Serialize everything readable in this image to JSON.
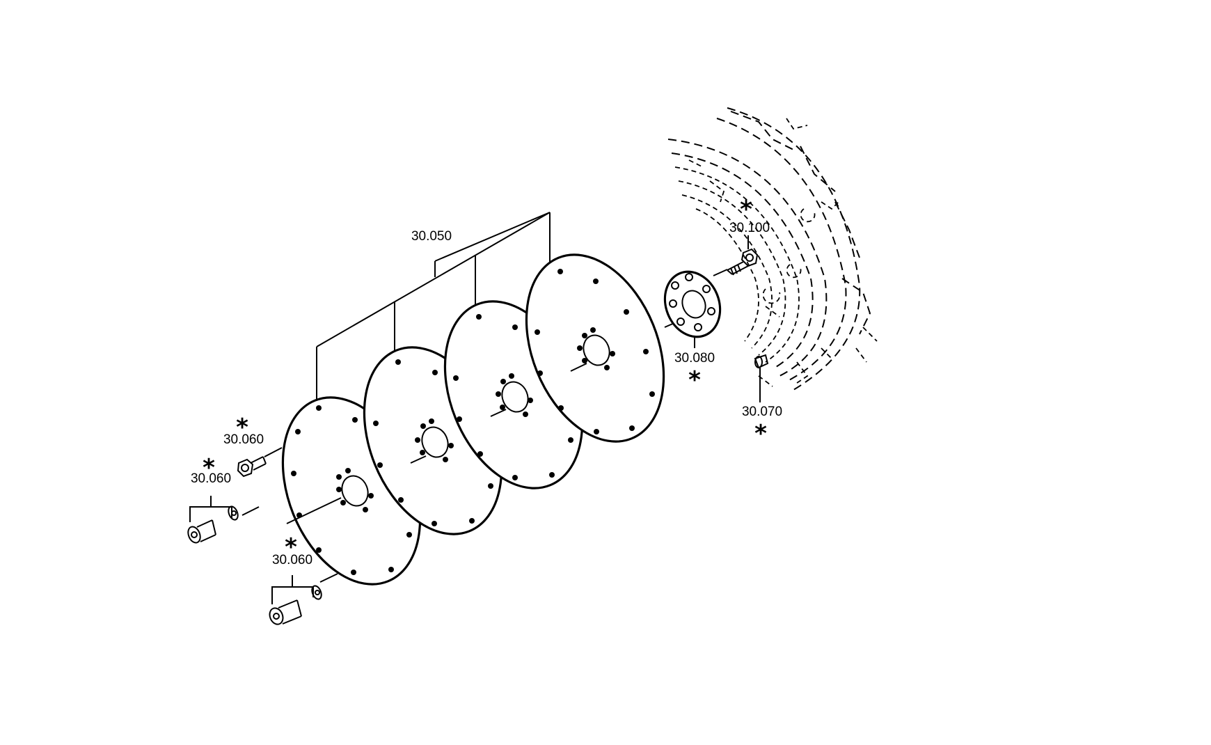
{
  "parts": {
    "disc_pack": {
      "number": "30.050"
    },
    "bolt_upper": {
      "number": "30.060",
      "marked": "*"
    },
    "bolt_left": {
      "number": "30.060",
      "marked": "*"
    },
    "bolt_lower": {
      "number": "30.060",
      "marked": "*"
    },
    "hub_plate": {
      "number": "30.080",
      "marked": "*"
    },
    "flywheel_bolt": {
      "number": "30.100",
      "marked": "*"
    },
    "plug": {
      "number": "30.070",
      "marked": "*"
    }
  },
  "colors": {
    "line": "#000000",
    "background": "#ffffff"
  }
}
